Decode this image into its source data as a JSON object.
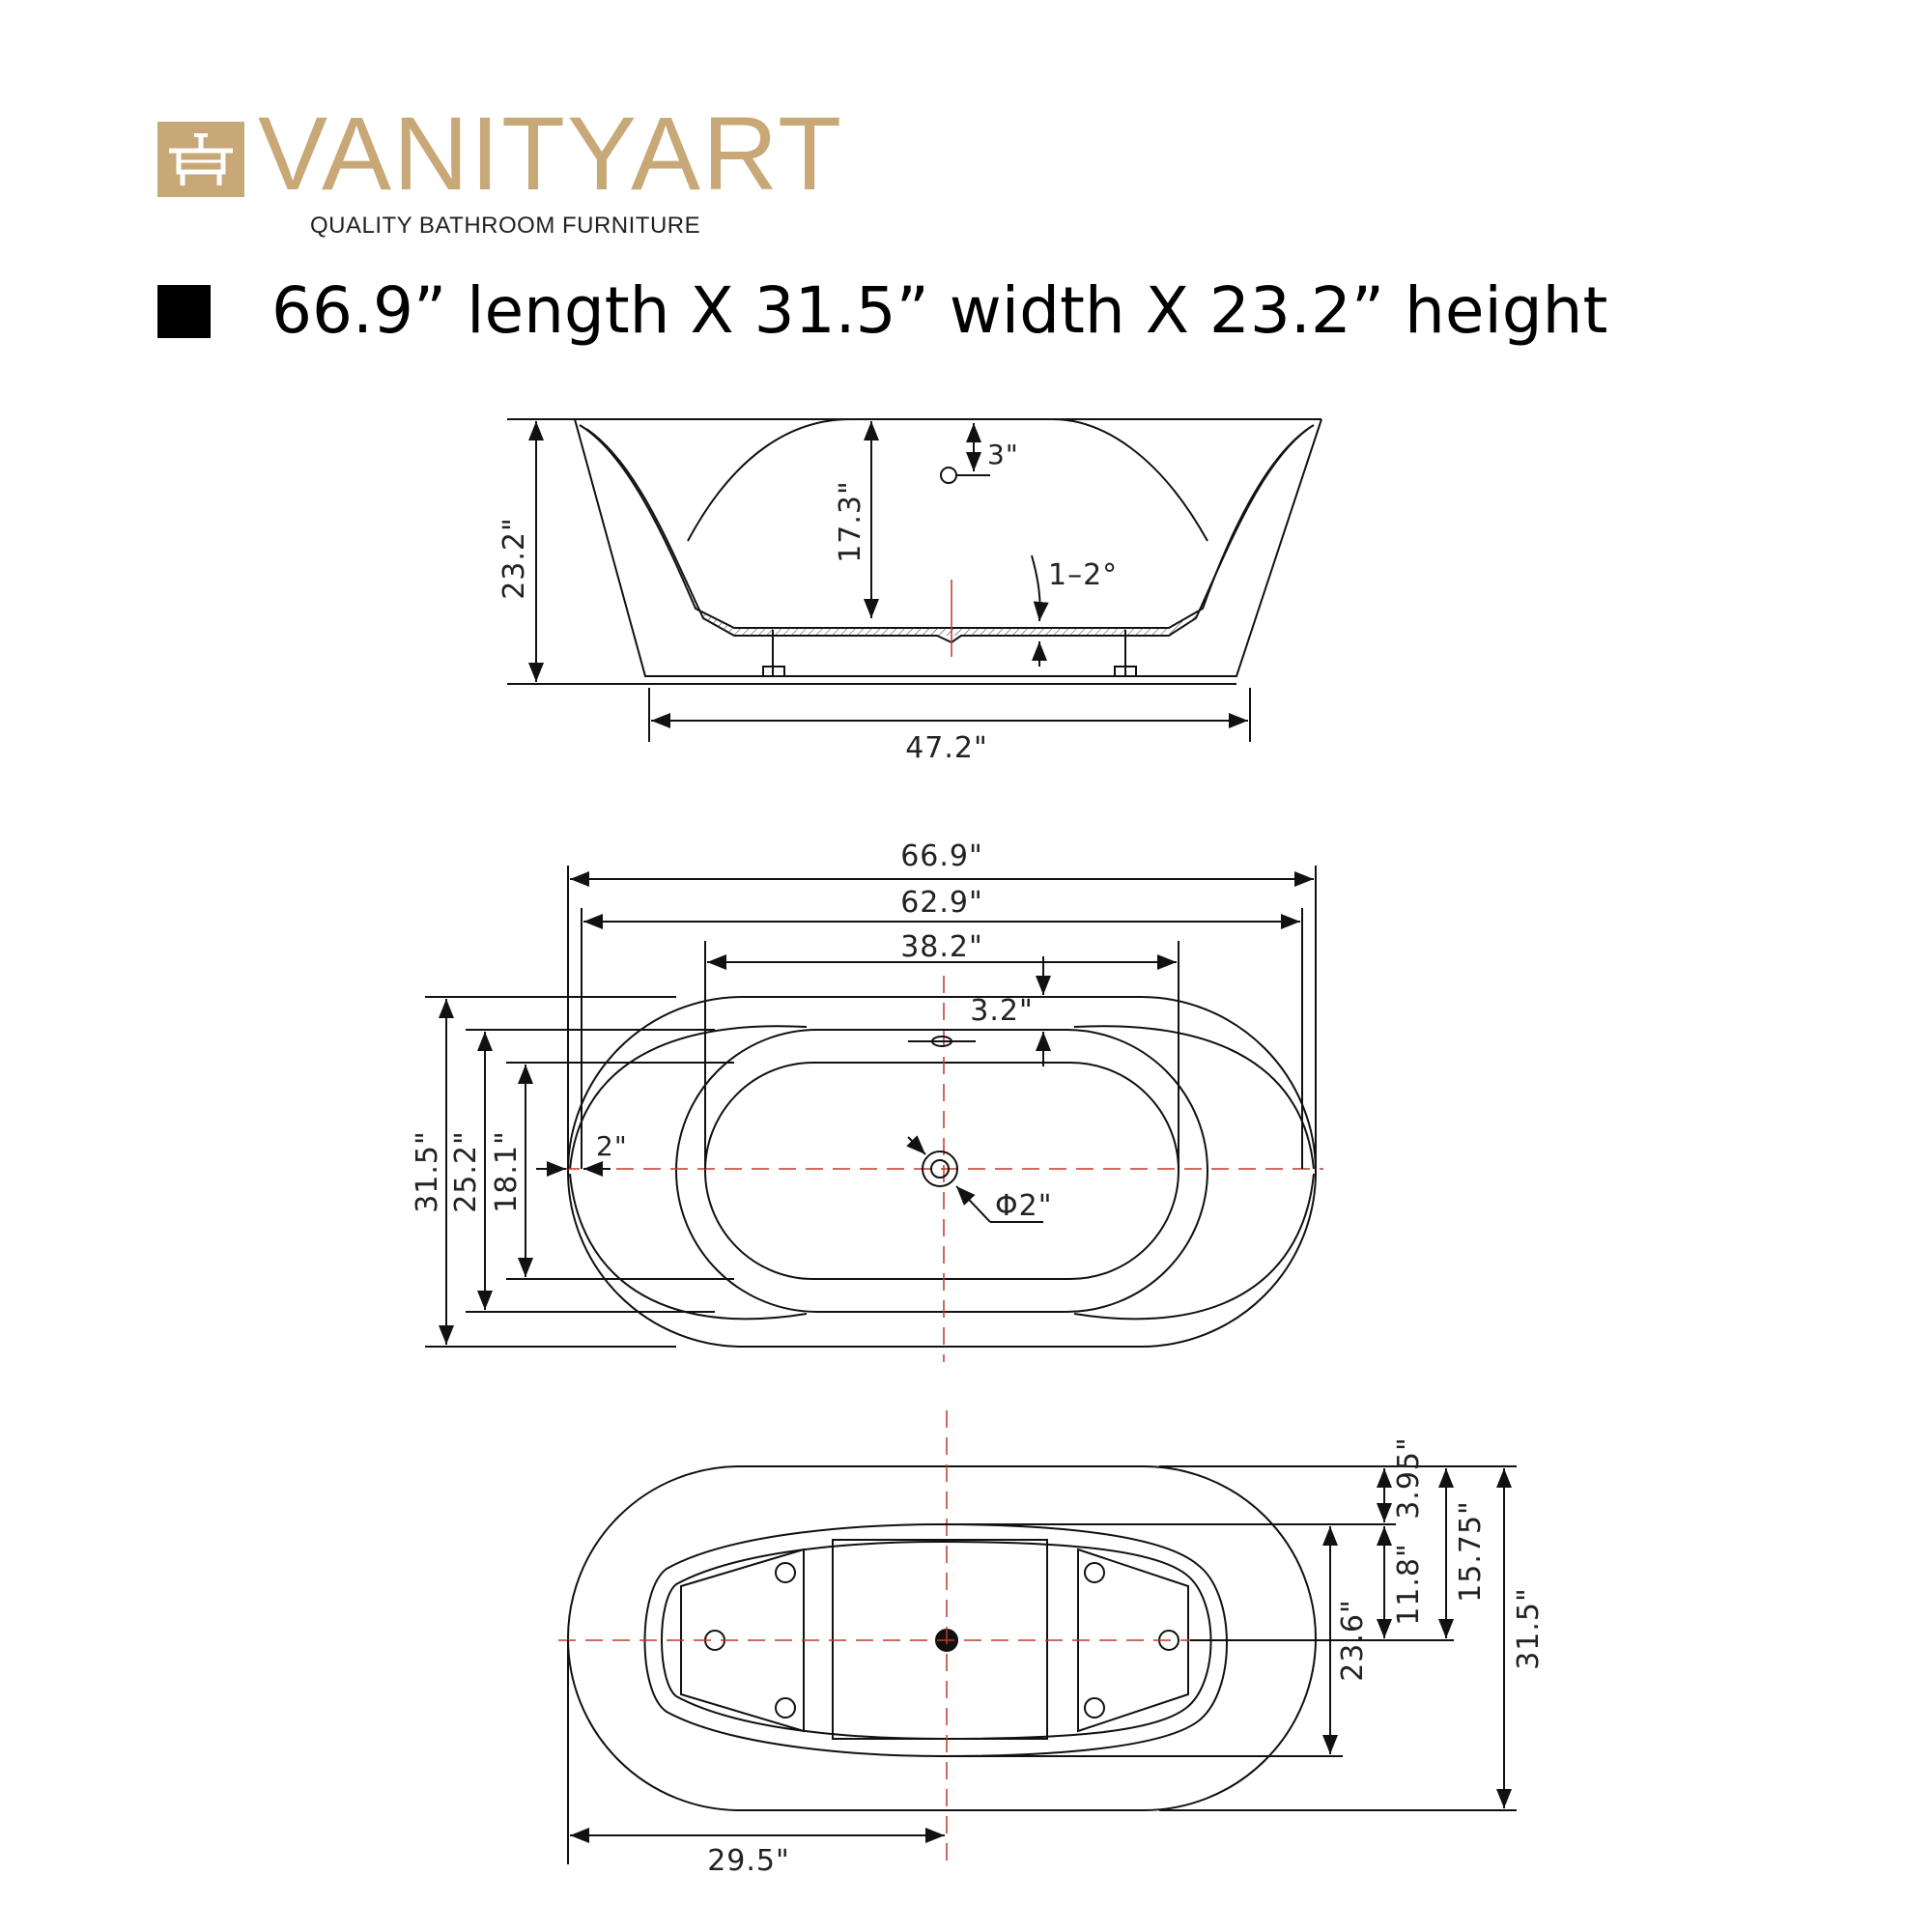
{
  "brand": {
    "name": "VANITYART",
    "tagline": "QUALITY BATHROOM FURNITURE",
    "color": "#c9a877"
  },
  "headline": "66.9” length X 31.5” width X 23.2” height",
  "side_view": {
    "overall_height": "23.2\"",
    "inner_depth": "17.3\"",
    "overflow_offset": "3\"",
    "floor_slope": "1–2°",
    "base_length": "47.2\""
  },
  "top_view": {
    "overall_length": "66.9\"",
    "rim_length": "62.9\"",
    "basin_length": "38.2\"",
    "overflow_offset": "3.2\"",
    "overall_width": "31.5\"",
    "rim_width": "25.2\"",
    "basin_width": "18.1\"",
    "rim_wall": "2\"",
    "drain_diameter": "Φ2\""
  },
  "bottom_view": {
    "offset_top": "3.95\"",
    "support_half": "11.8\"",
    "half_width": "15.75\"",
    "overall_width": "31.5\"",
    "frame_width": "23.6\"",
    "center_offset": "29.5\""
  },
  "colors": {
    "line": "#111111",
    "centerline": "#c0392b",
    "logo": "#c9a877"
  }
}
